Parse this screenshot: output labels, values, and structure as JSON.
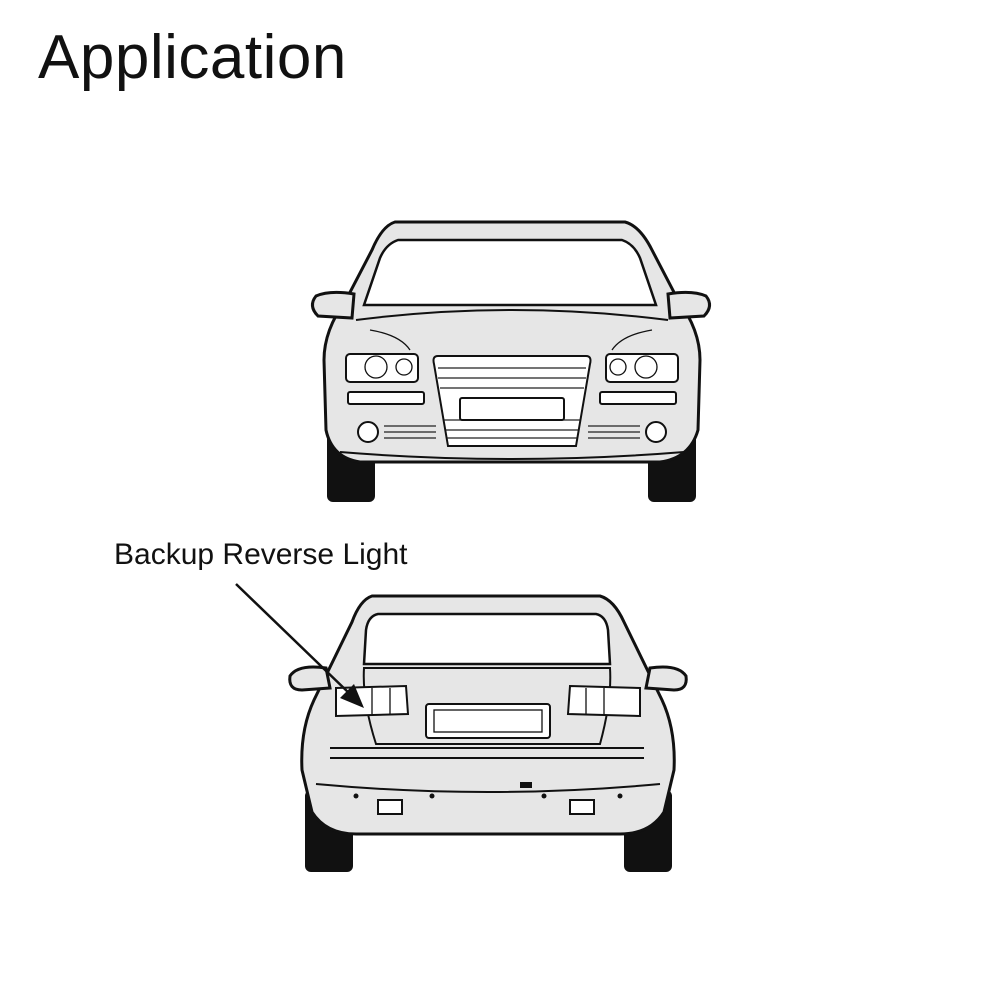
{
  "title": "Application",
  "callout": {
    "label": "Backup Reverse Light"
  },
  "illustrations": {
    "front_view": "car-front-view",
    "rear_view": "car-rear-view"
  },
  "colors": {
    "body": "#e6e6e6",
    "outline": "#111111",
    "background": "#ffffff"
  }
}
